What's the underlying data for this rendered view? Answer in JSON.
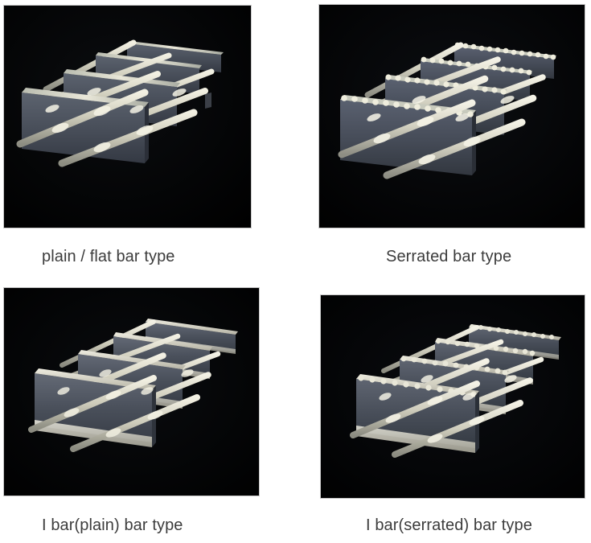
{
  "page": {
    "background": "#ffffff",
    "text_color": "#3c3c3c",
    "frame_border_color": "#c9c9c9",
    "photo_background": "#040404"
  },
  "figure": {
    "layout": "2x2 grid of product photographs with captions beneath each",
    "subject": "steel bar grating types"
  },
  "items": [
    {
      "id": "plain-flat",
      "caption": "plain / flat bar type",
      "image_alt": "steel grating with plain flat bearing bars and twisted cross bars",
      "bearing_bar_color": "#4a505c",
      "bearing_bar_top_color": "#6f7787",
      "cross_bar_color": "#d8d6c4",
      "serrated": false,
      "i_profile": false,
      "bearing_bars": 4,
      "cross_bars": 4
    },
    {
      "id": "serrated",
      "caption": "Serrated bar type",
      "image_alt": "steel grating with serrated toothed bearing bars and twisted cross bars",
      "bearing_bar_color": "#464c58",
      "bearing_bar_top_color": "#727a8a",
      "cross_bar_color": "#e2e0d0",
      "serrated": true,
      "i_profile": false,
      "bearing_bars": 4,
      "cross_bars": 4,
      "teeth_per_bar": 13
    },
    {
      "id": "i-bar-plain",
      "caption": "I bar(plain) bar type",
      "image_alt": "steel grating with plain I-shaped bearing bars and flat cross bars",
      "bearing_bar_color": "#555b66",
      "bearing_bar_top_color": "#9aa0aa",
      "cross_bar_color": "#d3d1c2",
      "serrated": false,
      "i_profile": true,
      "bearing_bars": 4,
      "cross_bars": 4
    },
    {
      "id": "i-bar-serrated",
      "caption": "I bar(serrated) bar type",
      "image_alt": "steel grating with serrated I-shaped bearing bars and flat cross bars",
      "bearing_bar_color": "#4e535f",
      "bearing_bar_top_color": "#888f9c",
      "cross_bar_color": "#dedcce",
      "serrated": true,
      "i_profile": true,
      "bearing_bars": 4,
      "cross_bars": 4,
      "teeth_per_bar": 14
    }
  ]
}
